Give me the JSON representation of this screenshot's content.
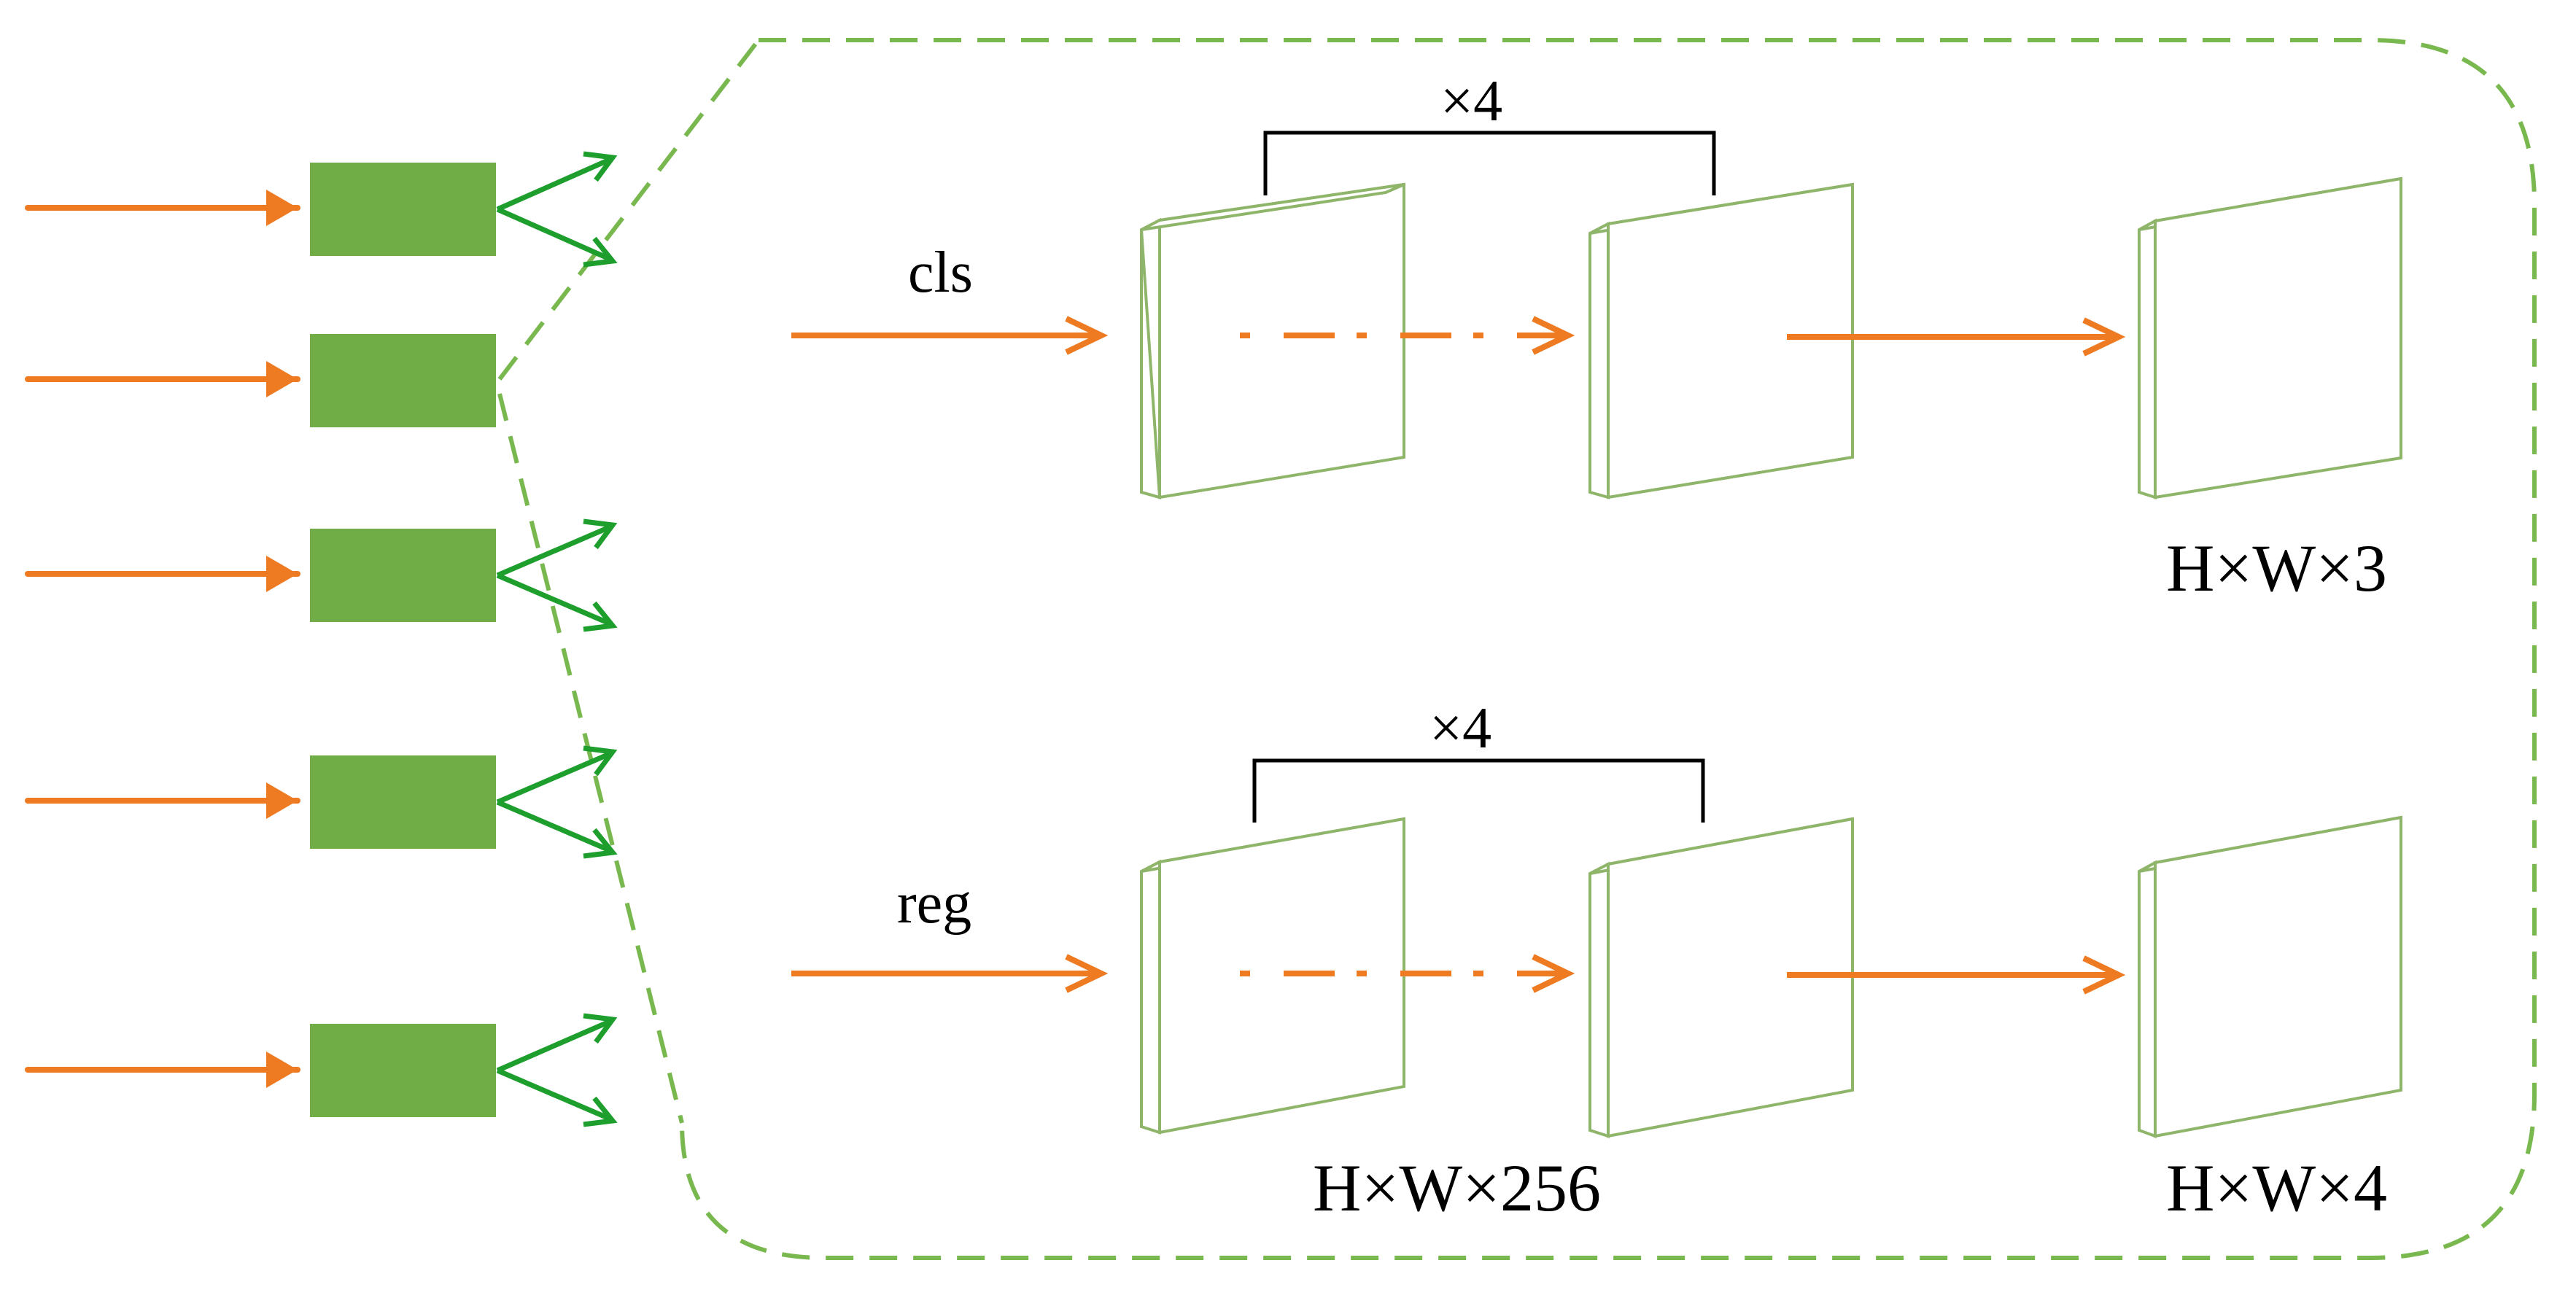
{
  "colors": {
    "orange": "#EE7B22",
    "green_block": "#70AD47",
    "green_arrow": "#1E9E2D",
    "green_dashed": "#78B84F",
    "feature_map": "#8FB56A",
    "bracket": "#000000"
  },
  "branches": {
    "cls": {
      "label": "cls",
      "repeat": "×4",
      "output": "H×W×3"
    },
    "reg": {
      "label": "reg",
      "repeat": "×4",
      "intermediate": "H×W×256",
      "output": "H×W×4"
    }
  }
}
